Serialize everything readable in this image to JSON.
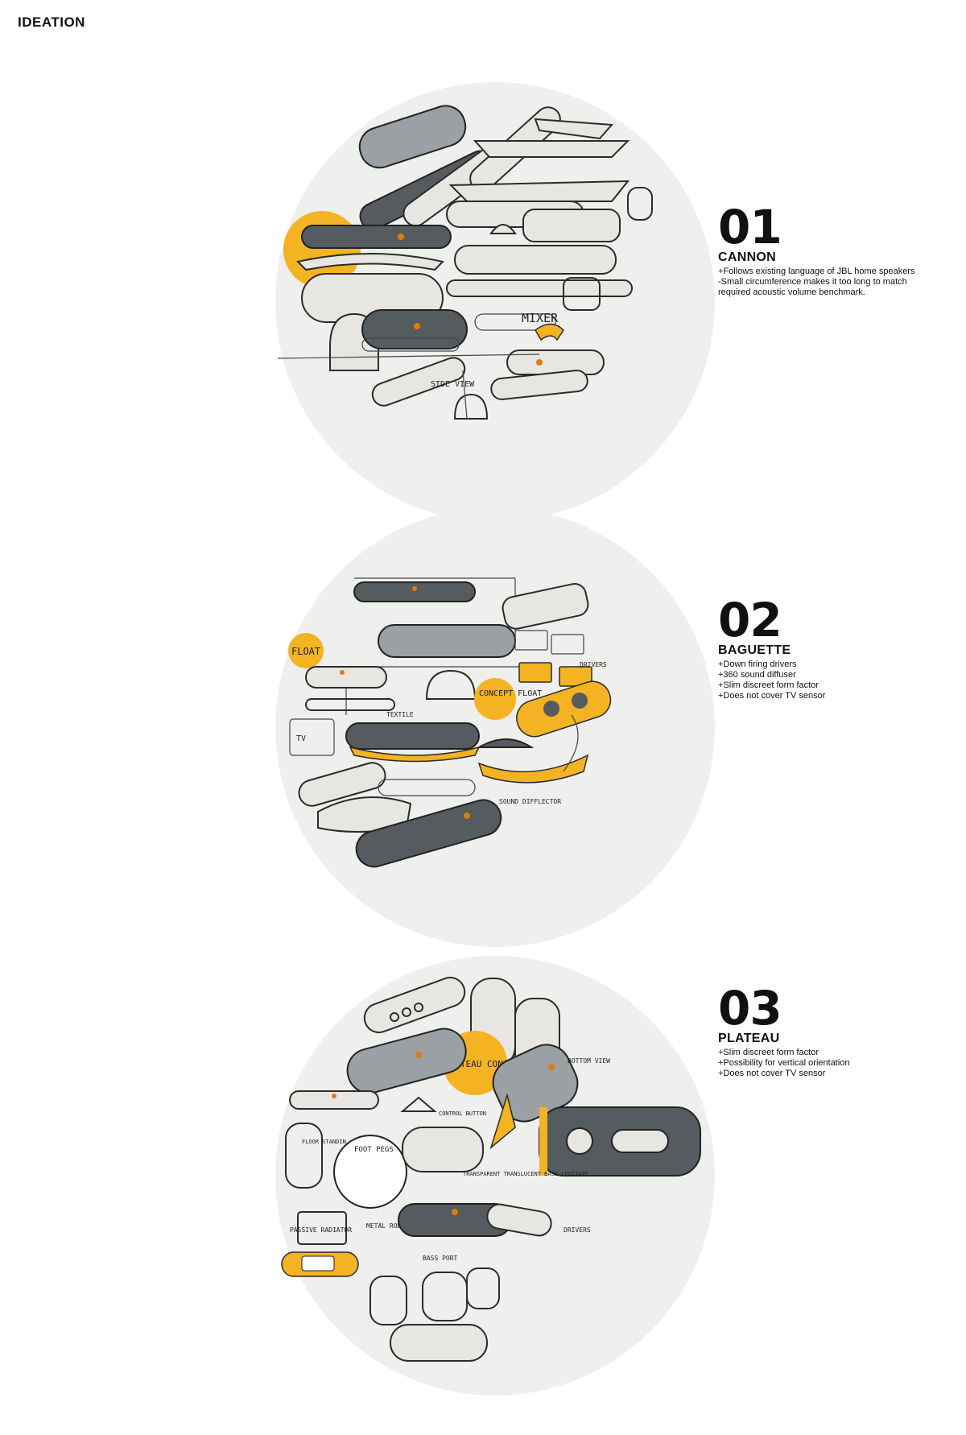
{
  "page": {
    "title": "IDEATION"
  },
  "concepts": [
    {
      "number": "01",
      "name": "CANNON",
      "notes": [
        "+Follows existing language of JBL home speakers",
        "-Small circumference makes it too long to match",
        "required acoustic volume benchmark."
      ],
      "sketch_labels": [
        "MIXER",
        "SIDE VIEW"
      ]
    },
    {
      "number": "02",
      "name": "BAGUETTE",
      "notes": [
        "+Down firing drivers",
        "+360 sound diffuser",
        "+Slim discreet form factor",
        "+Does not cover TV sensor"
      ],
      "sketch_labels": [
        "FLOAT",
        "CONCEPT FLOAT",
        "SOUND DIFFLECTOR",
        "DRIVERS",
        "TEXTILE",
        "TV"
      ]
    },
    {
      "number": "03",
      "name": "PLATEAU",
      "notes": [
        "+Slim discreet form factor",
        "+Possibility for vertical orientation",
        "+Does not cover TV sensor"
      ],
      "sketch_labels": [
        "PLATEAU CONCEPT",
        "BOTTOM VIEW",
        "PASSIVE RADIATOR",
        "FOOT PEGS",
        "METAL ROD",
        "FLOOR STANDIN",
        "TRANSPARENT TRANSLUCENT BASE LEVITATE",
        "CONTROL BUTTON",
        "DRIVERS",
        "BASS PORT"
      ]
    }
  ],
  "colors": {
    "circle_bg": "#efefee",
    "accent_orange": "#f4b322",
    "sketch_dark": "#555b5e"
  }
}
